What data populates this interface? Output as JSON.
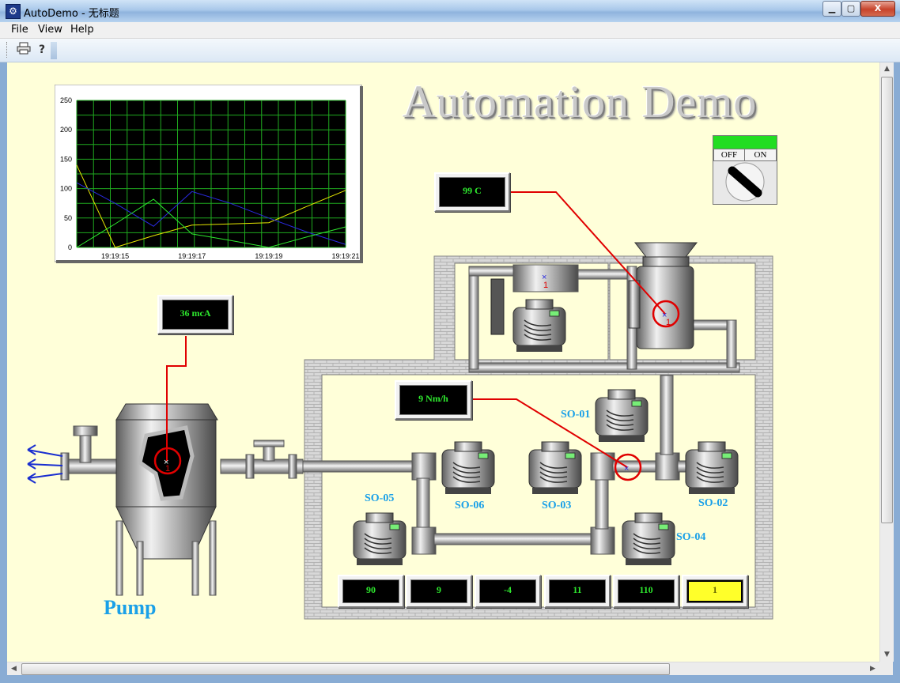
{
  "window": {
    "title": "AutoDemo - 无标题",
    "minimize_glyph": "▁",
    "maximize_glyph": "▢",
    "close_glyph": "X"
  },
  "menu": {
    "items": [
      "File",
      "View",
      "Help"
    ]
  },
  "toolbar": {
    "buttons": [
      "print-icon",
      "help-icon"
    ]
  },
  "scrollbar": {
    "up": "▲",
    "down": "▼",
    "left": "◀",
    "right": "▶"
  },
  "demo_title": "Automation Demo",
  "chart_data": {
    "type": "line",
    "x": [
      "19:19:14",
      "19:19:15",
      "19:19:16",
      "19:19:17",
      "19:19:18",
      "19:19:19",
      "19:19:20",
      "19:19:21"
    ],
    "x_tick_labels": [
      "19:19:15",
      "19:19:17",
      "19:19:19",
      "19:19:21"
    ],
    "y_tick_labels": [
      "0",
      "50",
      "100",
      "150",
      "200",
      "250"
    ],
    "ylim": [
      0,
      250
    ],
    "grid": true,
    "background": "#000000",
    "grid_color": "#1faa1f",
    "series": [
      {
        "color": "#e6e600",
        "values": [
          140,
          0,
          20,
          38,
          40,
          42,
          70,
          97
        ]
      },
      {
        "color": "#2a2ae0",
        "values": [
          110,
          75,
          36,
          95,
          75,
          50,
          26,
          5
        ]
      },
      {
        "color": "#2ee82e",
        "values": [
          0,
          40,
          82,
          23,
          12,
          0,
          18,
          35
        ]
      }
    ]
  },
  "readouts": {
    "temperature": "99 C",
    "current": "36 mcA",
    "torque": "9 Nm/h",
    "bottom": [
      "90",
      "9",
      "-4",
      "11",
      "110",
      "1"
    ]
  },
  "switch": {
    "off": "OFF",
    "on": "ON",
    "indicator_color": "#22dd22"
  },
  "motors": [
    "SO-01",
    "SO-02",
    "SO-03",
    "SO-04",
    "SO-05",
    "SO-06"
  ],
  "pump_label": "Pump",
  "sensor_index": "1",
  "colors": {
    "label": "#1aa0e8",
    "readout_text": "#2ee82e",
    "alarm_line": "#e00000",
    "client_bg": "#ffffd9"
  }
}
